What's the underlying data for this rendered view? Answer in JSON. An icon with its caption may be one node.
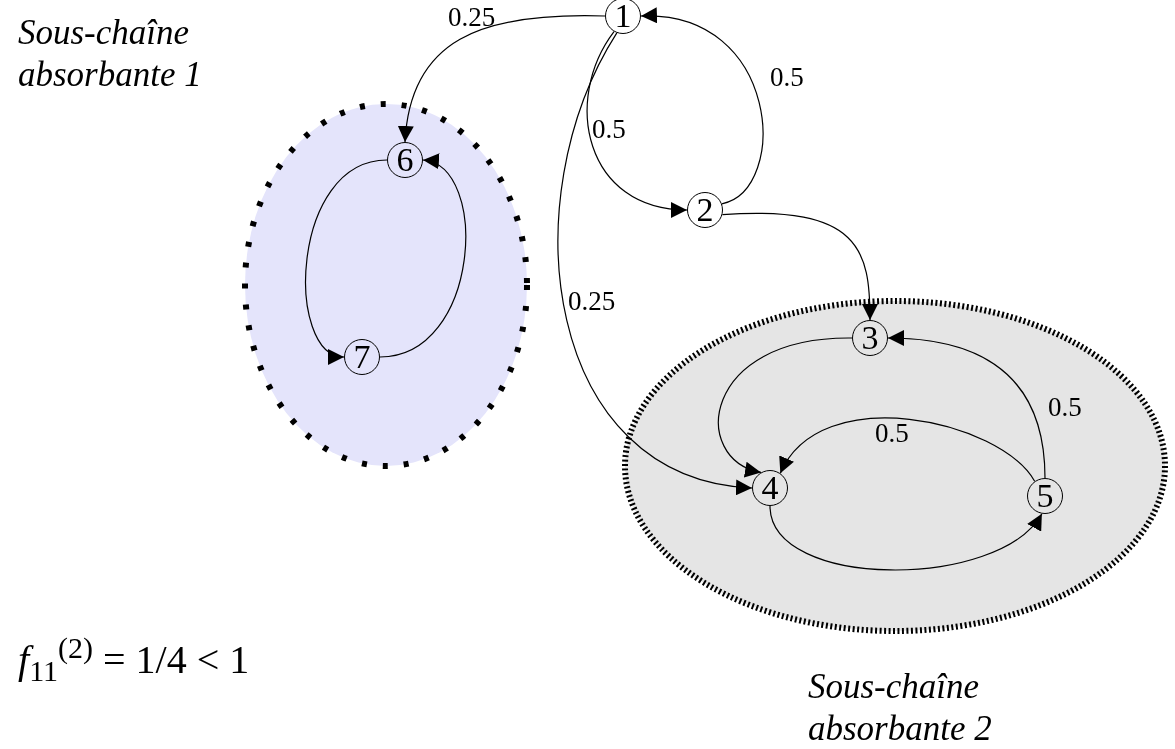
{
  "diagram": {
    "nodes": [
      {
        "text": [
          "Sous-chaîne absorbante 1"
        ]
      },
      {
        "text": [
          "Sous-chaîne absorbante 2"
        ]
      },
      {
        "text": [
          "1"
        ]
      },
      {
        "text": [
          "2"
        ]
      },
      {
        "text": [
          "3"
        ],
        "in": 1
      },
      {
        "text": [
          "4"
        ],
        "in": 1
      },
      {
        "text": [
          "5"
        ],
        "in": 1
      },
      {
        "text": [
          "6"
        ],
        "in": 0
      },
      {
        "text": [
          "7"
        ],
        "in": 0
      }
    ],
    "edges": [
      {
        "from": 2,
        "to": 7,
        "arrow": "to",
        "label": "0.25"
      },
      {
        "from": 2,
        "to": 3,
        "arrow": "to",
        "label": "0.5"
      },
      {
        "from": 3,
        "to": 2,
        "arrow": "to",
        "label": "0.5"
      },
      {
        "from": 2,
        "to": 5,
        "arrow": "to",
        "label": "0.25"
      },
      {
        "from": 3,
        "to": 4,
        "arrow": "to"
      },
      {
        "from": 4,
        "to": 5,
        "arrow": "to"
      },
      {
        "from": 6,
        "to": 4,
        "arrow": "to",
        "label": "0.5"
      },
      {
        "from": 6,
        "to": 5,
        "arrow": "to",
        "label": "0.5"
      },
      {
        "from": 5,
        "to": 6,
        "arrow": "to"
      },
      {
        "from": 7,
        "to": 8,
        "arrow": "to"
      },
      {
        "from": 8,
        "to": 7,
        "arrow": "to"
      }
    ],
    "labels": [
      "*f*$_{11}$$^{(2)}$ = 1/4 < 1"
    ]
  }
}
